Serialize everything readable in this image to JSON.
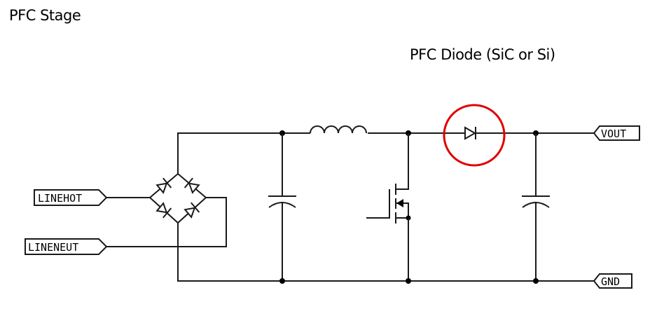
{
  "title": "PFC Stage",
  "annotation": {
    "text": "PFC Diode (SiC or Si)",
    "highlight_color": "#e00000"
  },
  "ports": {
    "line_hot": "LINEHOT",
    "line_neut": "LINENEUT",
    "vout": "VOUT",
    "gnd": "GND"
  },
  "components": [
    {
      "type": "bridge-rectifier",
      "diodes": 4
    },
    {
      "type": "capacitor",
      "role": "input-filter"
    },
    {
      "type": "inductor",
      "role": "boost-inductor"
    },
    {
      "type": "n-mosfet",
      "role": "boost-switch"
    },
    {
      "type": "diode",
      "role": "pfc-diode",
      "highlighted": true
    },
    {
      "type": "capacitor",
      "role": "output-bulk"
    }
  ]
}
